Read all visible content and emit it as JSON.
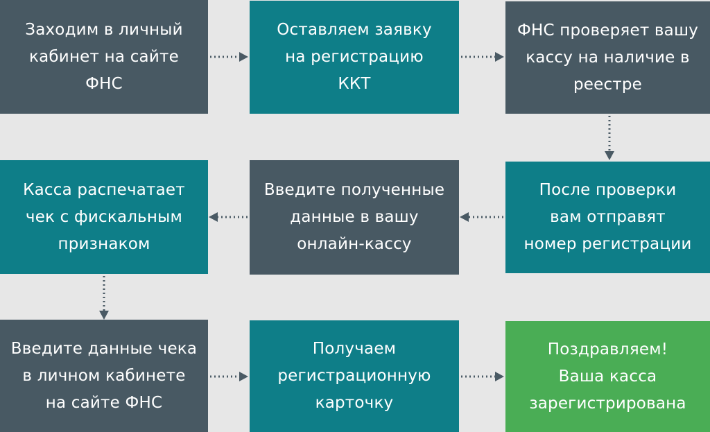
{
  "colors": {
    "background": "#e7e7e7",
    "dark_step": "#485963",
    "teal_step": "#0e7e88",
    "final_step": "#4aad55",
    "arrow": "#4a5a64"
  },
  "steps": [
    {
      "text": "Заходим в личный\nкабинет на сайте\nФНС"
    },
    {
      "text": "Оставляем заявку\nна регистрацию\nККТ"
    },
    {
      "text": "ФНС проверяет вашу\nкассу на наличие в\nреестре"
    },
    {
      "text": "Касса распечатает\nчек с фискальным\nпризнаком"
    },
    {
      "text": "Введите полученные\nданные в вашу\nонлайн-кассу"
    },
    {
      "text": "После проверки\nвам отправят\nномер регистрации"
    },
    {
      "text": "Введите данные чека\nв личном кабинете\nна сайте ФНС"
    },
    {
      "text": "Получаем\nрегистрационную\nкарточку"
    },
    {
      "text": "Поздравляем!\nВаша касса\nзарегистрирована"
    }
  ]
}
